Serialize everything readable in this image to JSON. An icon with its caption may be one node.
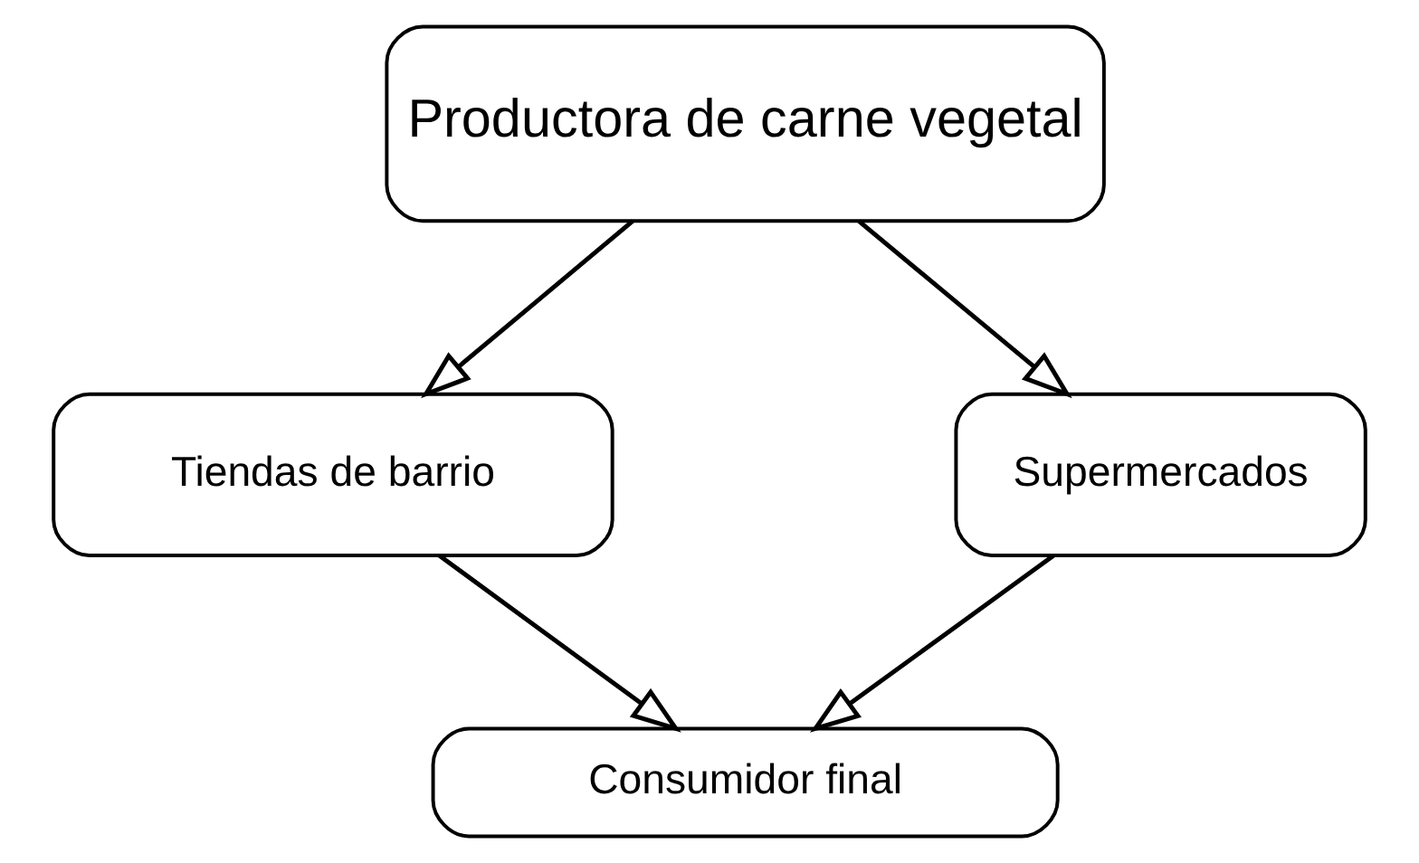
{
  "diagram": {
    "nodes": [
      {
        "text": [
          "Productora de carne vegetal"
        ]
      },
      {
        "text": [
          "Tiendas de barrio"
        ]
      },
      {
        "text": [
          "Supermercados"
        ]
      },
      {
        "text": [
          "Consumidor final"
        ]
      }
    ],
    "edges": [
      {
        "from": 0,
        "to": 1,
        "arrow": "to"
      },
      {
        "from": 0,
        "to": 2,
        "arrow": "to"
      },
      {
        "from": 1,
        "to": 3,
        "arrow": "to"
      },
      {
        "from": 2,
        "to": 3,
        "arrow": "to"
      }
    ]
  }
}
